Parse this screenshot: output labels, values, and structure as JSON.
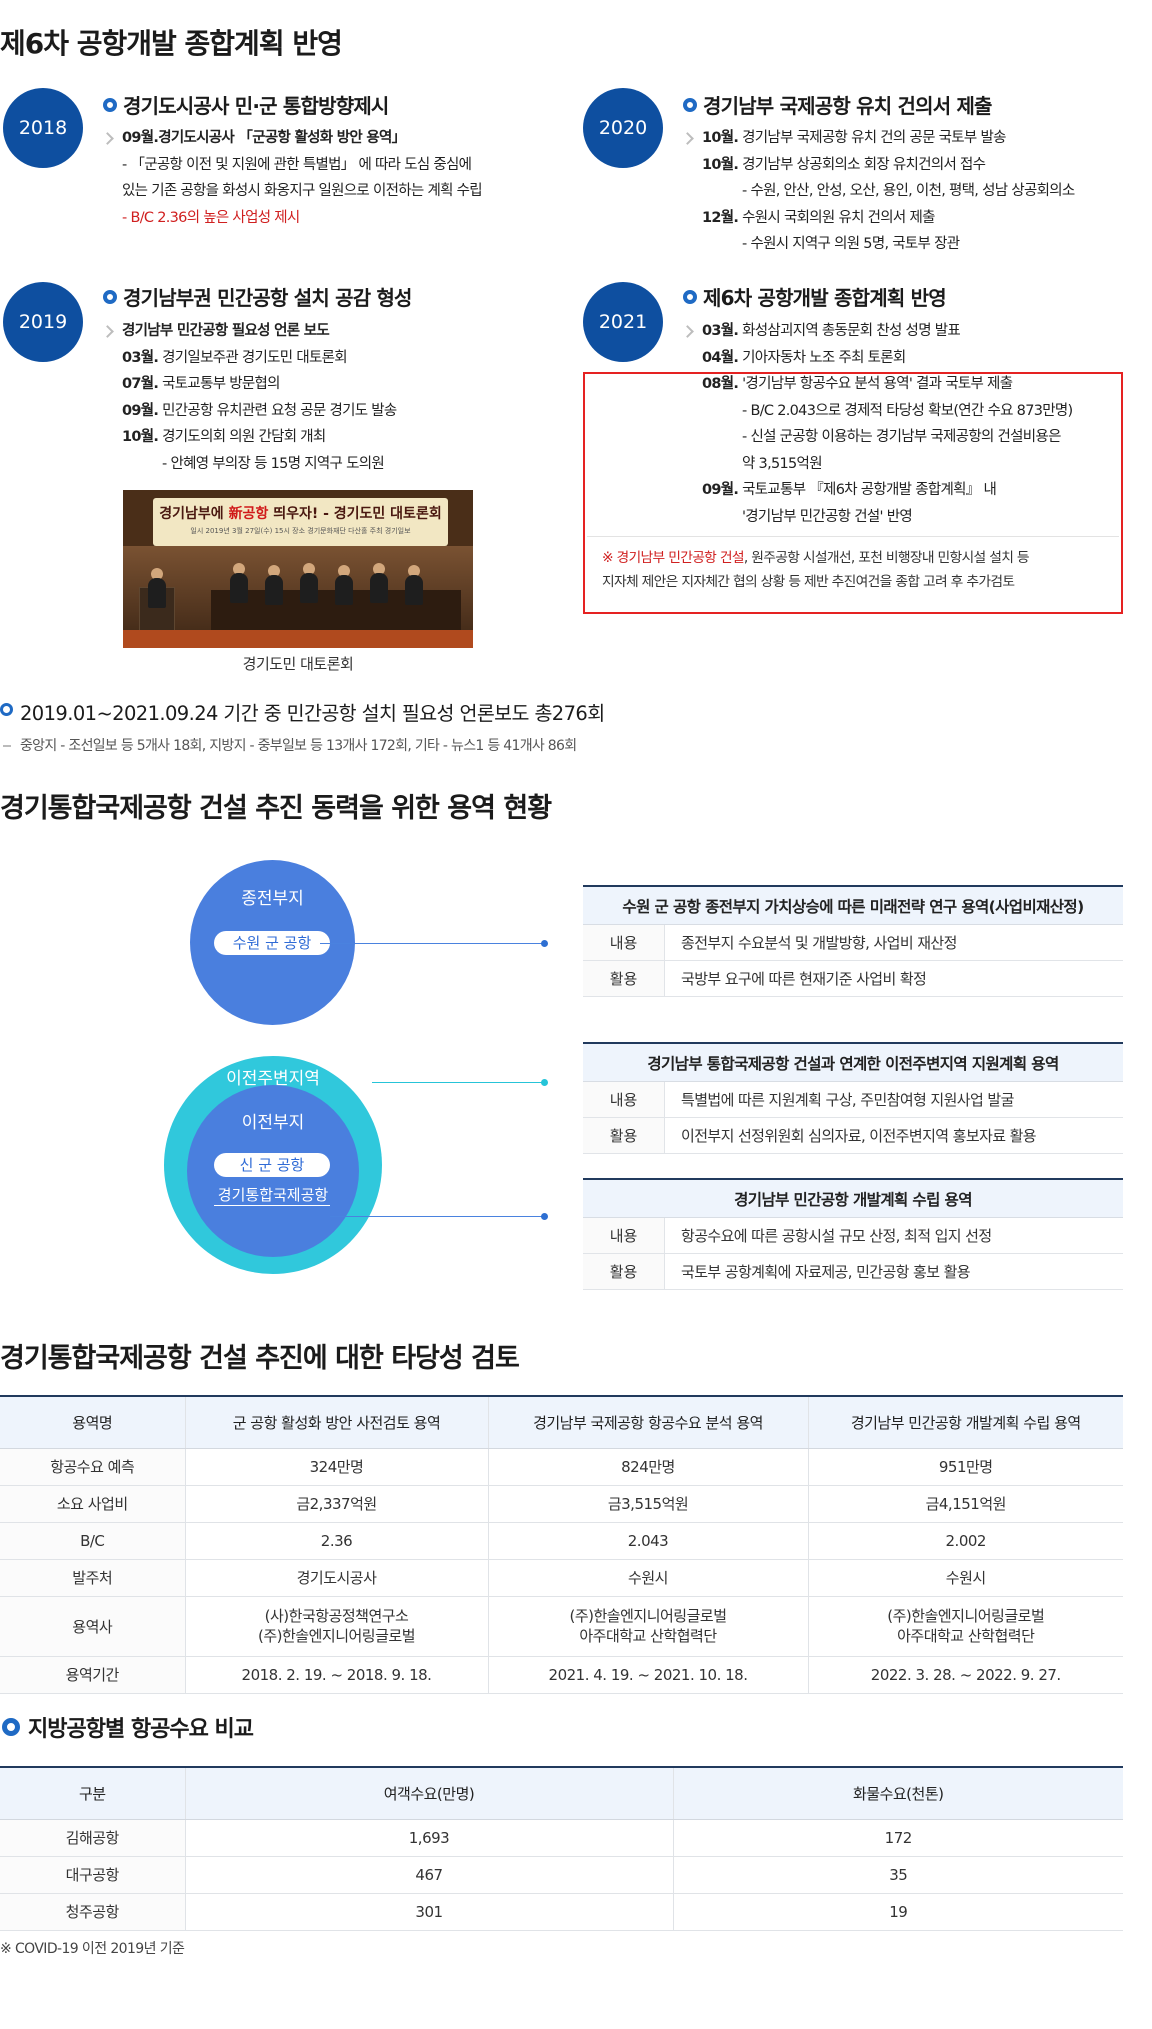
{
  "section1": {
    "title": "제6차 공항개발 종합계획 반영",
    "events": [
      {
        "year": "2018",
        "title": "경기도시공사 민·군 통합방향제시",
        "lines": [
          {
            "bold": "09월.경기도시공사 「군공항 활성화 방안 용역」",
            "text": ""
          },
          {
            "bold": "",
            "text": "- 「군공항 이전 및 지원에 관한 특별법」 에 따라 도심 중심에"
          },
          {
            "bold": "",
            "text": "있는 기존 공항을 화성시 화옹지구 일원으로 이전하는 계획 수립"
          },
          {
            "bold": "",
            "text": "- B/C 2.36의 높은 사업성 제시"
          }
        ]
      },
      {
        "year": "2020",
        "title": "경기남부 국제공항 유치 건의서 제출",
        "lines": [
          {
            "bold": "10월.",
            "text": " 경기남부 국제공항 유치 건의 공문 국토부 발송"
          },
          {
            "bold": "10월.",
            "text": " 경기남부 상공회의소 회장 유치건의서 접수"
          },
          {
            "bold": "",
            "text": "- 수원, 안산, 안성, 오산, 용인, 이천, 평택, 성남 상공회의소"
          },
          {
            "bold": "12월.",
            "text": " 수원시 국회의원 유치 건의서 제출"
          },
          {
            "bold": "",
            "text": "- 수원시 지역구 의원 5명, 국토부 장관"
          }
        ]
      },
      {
        "year": "2019",
        "title": "경기남부권 민간공항 설치 공감 형성",
        "lines": [
          {
            "bold": "경기남부 민간공항 필요성 언론 보도",
            "text": ""
          },
          {
            "bold": "03월.",
            "text": " 경기일보주관 경기도민 대토론회"
          },
          {
            "bold": "07월.",
            "text": " 국토교통부 방문협의"
          },
          {
            "bold": "09월.",
            "text": " 민간공항 유치관련 요청 공문 경기도 발송"
          },
          {
            "bold": "10월.",
            "text": " 경기도의회 의원 간담회 개최"
          },
          {
            "bold": "",
            "text": "- 안혜영 부의장 등 15명 지역구 도의원"
          }
        ]
      },
      {
        "year": "2021",
        "title": "제6차 공항개발 종합계획 반영",
        "lines": [
          {
            "bold": "03월.",
            "text": " 화성삼괴지역 총동문회 찬성 성명 발표"
          },
          {
            "bold": "04월.",
            "text": " 기아자동차 노조 주최 토론회"
          },
          {
            "bold": "08월.",
            "text": " '경기남부 항공수요 분석 용역' 결과 국토부 제출"
          },
          {
            "bold": "",
            "text": "- B/C 2.043으로 경제적 타당성 확보(연간 수요 873만명)"
          },
          {
            "bold": "",
            "text": "- 신설 군공항 이용하는 경기남부 국제공항의 건설비용은"
          },
          {
            "bold": "",
            "text": "약 3,515억원"
          },
          {
            "bold": "09월.",
            "text": " 국토교통부 『제6차 공항개발 종합계획』 내"
          },
          {
            "bold": "",
            "text": "'경기남부 민간공항 건설' 반영"
          }
        ]
      }
    ],
    "photo": {
      "banner_prefix": "경기남부에 ",
      "banner_highlight": "新공항",
      "banner_suffix": " 띄우자! - 경기도민 대토론회",
      "banner_sub": "일시 2019년 3월 27일(수) 15시  장소 경기문화재단 다산홀  주최 경기일보",
      "caption": "경기도민 대토론회"
    },
    "note": {
      "red": "※ 경기남부 민간공항 건설",
      "text1": ", 원주공항 시설개선, 포천 비행장내 민항시설 설치 등",
      "text2": "지자체 제안은 지자체간 협의 상황 등 제반 추진여건을 종합 고려 후 추가검토"
    },
    "summary": {
      "text": "2019.01~2021.09.24 기간 중 민간공항 설치 필요성 언론보도 총276회",
      "sub": "중앙지 - 조선일보 등 5개사 18회, 지방지 - 중부일보 등 13개사 172회, 기타 - 뉴스1 등 41개사 86회"
    }
  },
  "section2": {
    "title": "경기통합국제공항 건설 추진 동력을 위한 용역 현황",
    "circle1": {
      "label": "종전부지",
      "pill": "수원 군 공항"
    },
    "circle2": {
      "outer": "이전주변지역",
      "label": "이전부지",
      "pill": "신 군 공항",
      "sub": "경기통합국제공항"
    },
    "projects": [
      {
        "title": "수원 군 공항 종전부지 가치상승에 따른 미래전략 연구 용역(사업비재산정)",
        "rows": [
          {
            "label": "내용",
            "value": "종전부지 수요분석 및 개발방향, 사업비 재산정"
          },
          {
            "label": "활용",
            "value": "국방부 요구에 따른 현재기준 사업비 확정"
          }
        ]
      },
      {
        "title": "경기남부 통합국제공항 건설과 연계한 이전주변지역 지원계획 용역",
        "rows": [
          {
            "label": "내용",
            "value": "특별법에 따른 지원계획 구상, 주민참여형 지원사업 발굴"
          },
          {
            "label": "활용",
            "value": "이전부지 선정위원회 심의자료, 이전주변지역 홍보자료 활용"
          }
        ]
      },
      {
        "title": "경기남부 민간공항 개발계획 수립 용역",
        "rows": [
          {
            "label": "내용",
            "value": "항공수요에 따른 공항시설 규모 산정, 최적 입지 선정"
          },
          {
            "label": "활용",
            "value": "국토부 공항계획에 자료제공, 민간공항 홍보 활용"
          }
        ]
      }
    ]
  },
  "section3": {
    "title": "경기통합국제공항 건설 추진에 대한 타당성 검토",
    "headers": [
      "용역명",
      "군 공항 활성화 방안 사전검토 용역",
      "경기남부 국제공항 항공수요 분석 용역",
      "경기남부 민간공항 개발계획 수립 용역"
    ],
    "rows": [
      {
        "label": "항공수요 예측",
        "cells": [
          "324만명",
          "824만명",
          "951만명"
        ]
      },
      {
        "label": "소요 사업비",
        "cells": [
          "금2,337억원",
          "금3,515억원",
          "금4,151억원"
        ]
      },
      {
        "label": "B/C",
        "cells": [
          "2.36",
          "2.043",
          "2.002"
        ]
      },
      {
        "label": "발주처",
        "cells": [
          "경기도시공사",
          "수원시",
          "수원시"
        ]
      },
      {
        "label": "용역사",
        "cells": [
          "(사)한국항공정책연구소\n(주)한솔엔지니어링글로벌",
          "(주)한솔엔지니어링글로벌\n아주대학교 산학협력단",
          "(주)한솔엔지니어링글로벌\n아주대학교 산학협력단"
        ]
      },
      {
        "label": "용역기간",
        "cells": [
          "2018. 2. 19. ~ 2018. 9. 18.",
          "2021. 4. 19. ~ 2021. 10. 18.",
          "2022. 3. 28. ~ 2022. 9. 27."
        ]
      }
    ]
  },
  "section4": {
    "title": "지방공항별 항공수요 비교",
    "headers": [
      "구분",
      "여객수요(만명)",
      "화물수요(천톤)"
    ],
    "rows": [
      {
        "label": "김해공항",
        "cells": [
          "1,693",
          "172"
        ]
      },
      {
        "label": "대구공항",
        "cells": [
          "467",
          "35"
        ]
      },
      {
        "label": "청주공항",
        "cells": [
          "301",
          "19"
        ]
      }
    ],
    "footnote": "※ COVID-19 이전 2019년 기준"
  }
}
